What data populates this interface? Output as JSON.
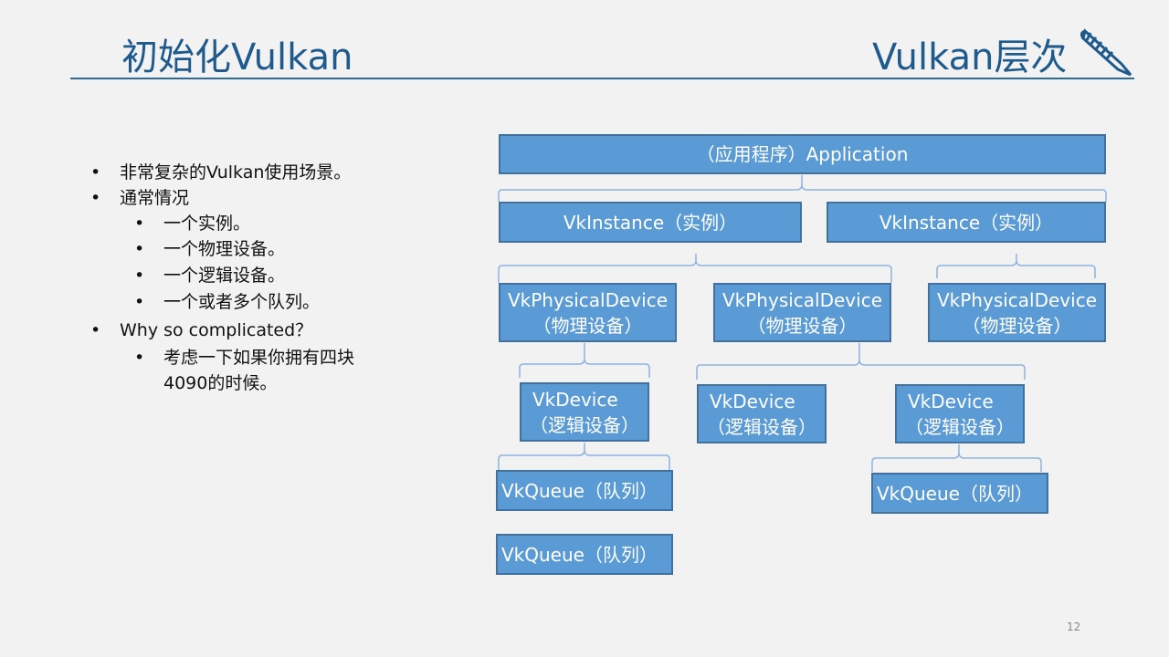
{
  "title_left": "初始化Vulkan",
  "title_right": "Vulkan层次",
  "bullets": [
    {
      "level": 1,
      "text": "非常复杂的Vulkan使用场景。"
    },
    {
      "level": 1,
      "text": "通常情况"
    },
    {
      "level": 2,
      "text": "一个实例。"
    },
    {
      "level": 2,
      "text": "一个物理设备。"
    },
    {
      "level": 2,
      "text": "一个逻辑设备。"
    },
    {
      "level": 2,
      "text": "一个或者多个队列。"
    },
    {
      "level": 1,
      "text": "Why so complicated？"
    },
    {
      "level": 2,
      "text": "考虑一下如果你拥有四块"
    },
    {
      "level": 2,
      "text": "4090的时候。",
      "continuation": true
    }
  ],
  "bullet_symbol": "•",
  "diagram": {
    "application": "（应用程序）Application",
    "instance": "VkInstance（实例）",
    "physical_device": "VkPhysicalDevice",
    "physical_device_cn": "（物理设备）",
    "device": "VkDevice",
    "device_cn": "（逻辑设备）",
    "queue": "VkQueue（队列）"
  },
  "colors": {
    "box": "#5b9bd5",
    "box_border": "#41719c",
    "brace": "#8db3e2",
    "title": "#1f5a8c"
  },
  "page_number": "12"
}
